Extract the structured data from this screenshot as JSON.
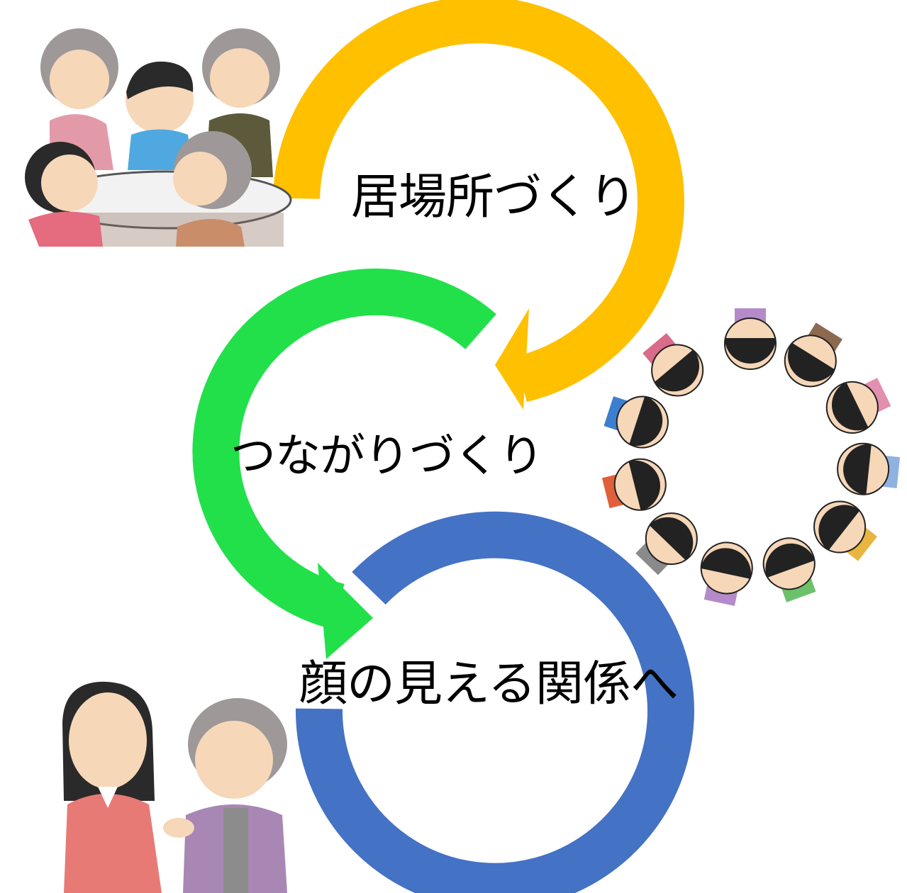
{
  "diagram": {
    "steps": [
      {
        "label": "居場所づくり",
        "color": "#FFC000"
      },
      {
        "label": "つながりづくり",
        "color": "#22E04A"
      },
      {
        "label": "顔の見える関係へ",
        "color": "#4472C4"
      }
    ]
  },
  "illustrations": [
    {
      "name": "people-at-table",
      "description_icon": "group-table-icon"
    },
    {
      "name": "people-in-circle",
      "description_icon": "circle-of-people-icon"
    },
    {
      "name": "woman-and-elder",
      "description_icon": "two-people-holding-hands-icon"
    }
  ]
}
